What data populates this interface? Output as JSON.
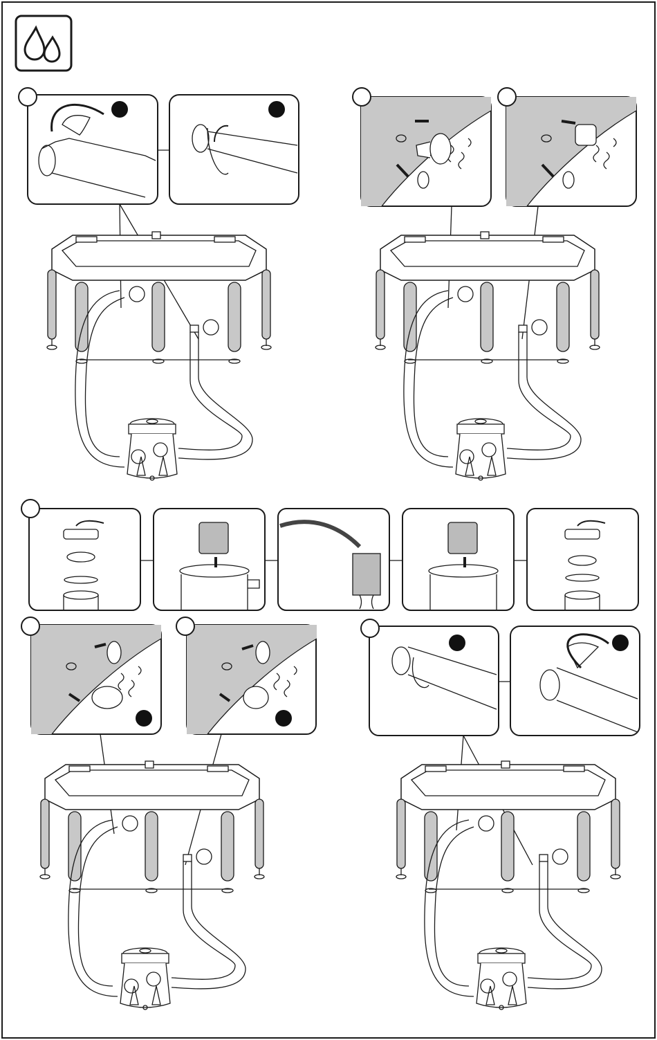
{
  "page": {
    "icon": "water-drops-icon",
    "colors": {
      "line": "#1a1a1a",
      "shade": "#c8c8c8",
      "background": "#ffffff",
      "marker": "#111111"
    }
  },
  "steps": [
    {
      "icon": "hose-clamp-icon",
      "panels": [
        "attach-hose-clamp",
        "secure-clamp-strap"
      ]
    },
    {
      "icon": "strainer-connector-icon",
      "panels": [
        "insert-strainer-outlet",
        "insert-strainer-inlet"
      ]
    },
    {
      "icon": "filter-cartridge-icon",
      "panels": [
        "open-lid",
        "remove-cartridge",
        "rinse-cartridge",
        "insert-cartridge",
        "close-lid"
      ]
    },
    {
      "icon": "strainer-connector-icon",
      "panels": [
        "remove-strainer-outlet",
        "remove-strainer-inlet"
      ]
    },
    {
      "icon": "hose-plug-icon",
      "panels": [
        "release-clamp-strap",
        "remove-hose-clamp"
      ]
    }
  ]
}
